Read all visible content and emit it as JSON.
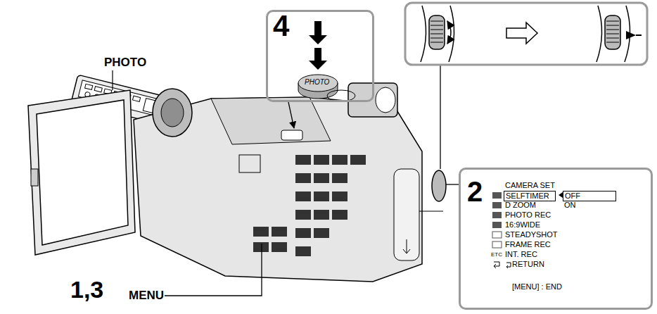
{
  "diagram": {
    "nodes": [
      {
        "text": [
          "4",
          "PHOTO"
        ]
      },
      {
        "text": [
          "2",
          "CAMERA SET",
          "SELFTIMER",
          "OFF",
          "D ZOOM",
          "ON",
          "PHOTO REC",
          "16:9WIDE",
          "STEADYSHOT",
          "FRAME REC",
          "ETC",
          "INT. REC",
          "RETURN",
          "[MENU] : END"
        ]
      }
    ],
    "labels": [
      "PHOTO",
      "1,3",
      "MENU"
    ]
  }
}
